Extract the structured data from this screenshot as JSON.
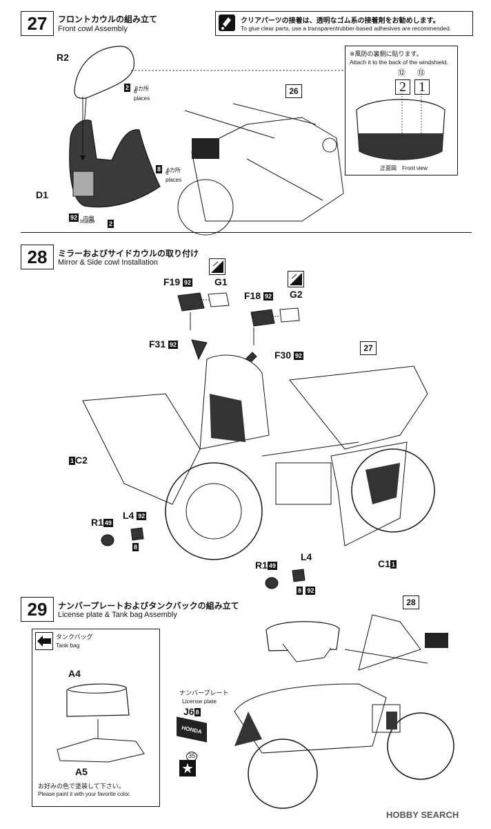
{
  "step27": {
    "number": "27",
    "title_jp": "フロントカウルの組み立て",
    "title_en": "Front cowl Assembly",
    "tip_jp": "クリアパーツの接着は、透明なゴム系の接着剤をお勧めします。",
    "tip_en": "To glue clear parts, use a transparentrubber-based adhesives are recommended.",
    "windshield_note_jp": "※風防の裏側に貼ります。",
    "windshield_note_en": "Attach it to the back of the windshield.",
    "decal_12": "⑫",
    "decal_13": "⑬",
    "decal_2": "2",
    "decal_1": "1",
    "front_view_jp": "正面図",
    "front_view_en": "Front view",
    "ref_box": "26",
    "part_r2": "R2",
    "part_d1": "D1",
    "color_2": "2",
    "places_8_jp": "8カ所",
    "places_8_en": "8 places",
    "color_8": "8",
    "places_6_jp": "6カ所",
    "places_6_en": "6 places",
    "color_92": "92",
    "inside_jp": "内側",
    "inside_en": "Inside",
    "color_2b": "2"
  },
  "step28": {
    "number": "28",
    "title_jp": "ミラーおよびサイドカウルの取り付け",
    "title_en": "Mirror & Side cowl Installation",
    "ref_box": "27",
    "f19": "F19",
    "f19_color": "92",
    "g1": "G1",
    "f18": "F18",
    "f18_color": "92",
    "g2": "G2",
    "f31": "F31",
    "f31_color": "92",
    "f30": "F30",
    "f30_color": "92",
    "c2": "C2",
    "c2_color": "1",
    "r1a": "R1",
    "r1a_color": "49",
    "l4a": "L4",
    "l4a_color": "92",
    "color_8a": "8",
    "c1": "C1",
    "c1_color": "1",
    "r1b": "R1",
    "r1b_color": "49",
    "l4b": "L4",
    "color_8b": "8",
    "color_92b": "92"
  },
  "step29": {
    "number": "29",
    "title_jp": "ナンバープレートおよびタンクバックの組み立て",
    "title_en": "License plate & Tank bag Assembly",
    "ref_box": "28",
    "tankbag_jp": "タンクバッグ",
    "tankbag_en": "Tank bag",
    "a4": "A4",
    "a5": "A5",
    "paint_jp": "お好みの色で塗装して下さい。",
    "paint_en": "Please paint it with your favorite color.",
    "plate_jp": "ナンバープレート",
    "plate_en": "License plate",
    "j6": "J6",
    "j6_color": "8",
    "plate_text": "HONDA",
    "decal_35": "35"
  },
  "watermark": "HOBBY SEARCH",
  "colors": {
    "ink": "#111111",
    "shade": "#3a3a3a",
    "paper": "#ffffff"
  }
}
